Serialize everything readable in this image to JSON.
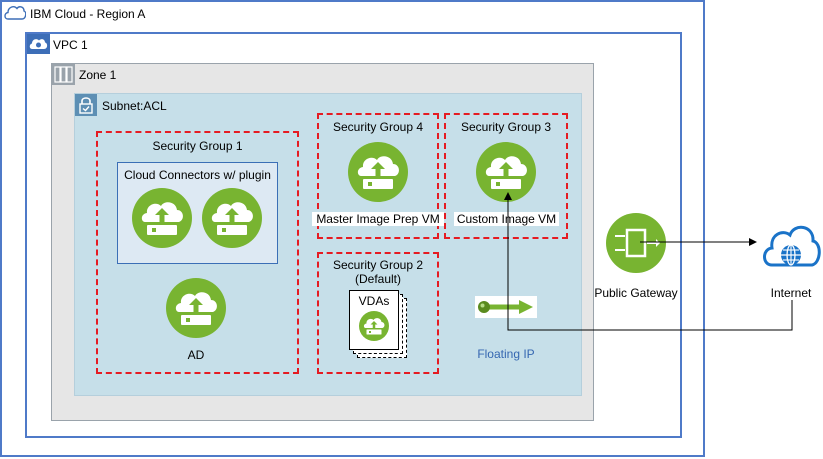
{
  "region": {
    "label": "IBM Cloud - Region A"
  },
  "vpc": {
    "label": "VPC 1"
  },
  "zone": {
    "label": "Zone 1"
  },
  "subnet": {
    "label": "Subnet:ACL"
  },
  "security_groups": {
    "sg1": {
      "label": "Security Group 1"
    },
    "sg2": {
      "label_line1": "Security Group 2",
      "label_line2": "(Default)"
    },
    "sg3": {
      "label": "Security Group 3"
    },
    "sg4": {
      "label": "Security Group 4"
    }
  },
  "nodes": {
    "cloud_connectors": "Cloud Connectors w/ plugin",
    "ad": "AD",
    "master_image": "Master Image Prep VM",
    "custom_image": "Custom Image VM",
    "vdas": "VDAs",
    "floating_ip": "Floating IP",
    "public_gateway": "Public Gateway",
    "internet": "Internet"
  },
  "colors": {
    "border_blue": "#4f7ac8",
    "zone_gray": "#e6e6e6",
    "subnet_blue": "#c6dfe9",
    "sg_red": "#e51b22",
    "vm_green": "#78b431",
    "internet_blue": "#1a73c8",
    "floating_ip_text": "#3567b1"
  },
  "icons": [
    "ibm-cloud-icon",
    "vpc-icon",
    "zone-icon",
    "subnet-lock-icon",
    "vm-cloud-upload-icon",
    "public-gateway-icon",
    "internet-cloud-icon",
    "floating-ip-icon"
  ]
}
